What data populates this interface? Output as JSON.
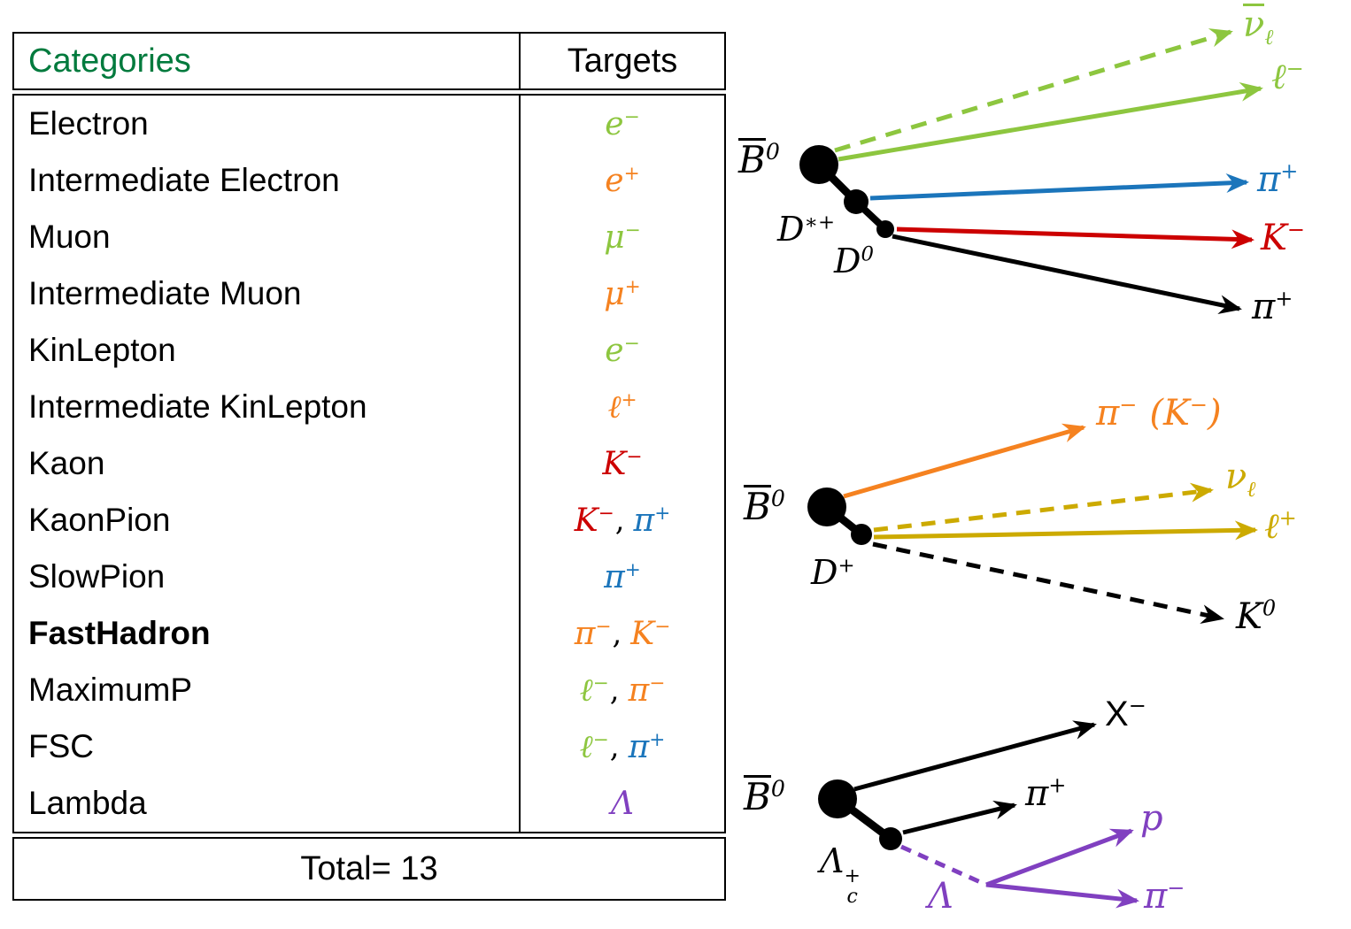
{
  "colors": {
    "green": "#8dc63f",
    "orange": "#f58220",
    "red": "#cc0000",
    "blue": "#1b75bb",
    "yellow": "#ccaa00",
    "purple": "#8040c0",
    "black": "#000000",
    "header_green": "#007a3d"
  },
  "table": {
    "header": {
      "categories": "Categories",
      "targets": "Targets"
    },
    "separator": ",",
    "total": "Total= 13",
    "rows": [
      {
        "category": "Electron",
        "bold": false,
        "targets": [
          {
            "base": "e",
            "sup": "−",
            "color": "#8dc63f"
          }
        ]
      },
      {
        "category": "Intermediate Electron",
        "bold": false,
        "targets": [
          {
            "base": "e",
            "sup": "+",
            "color": "#f58220"
          }
        ]
      },
      {
        "category": "Muon",
        "bold": false,
        "targets": [
          {
            "base": "μ",
            "sup": "−",
            "color": "#8dc63f"
          }
        ]
      },
      {
        "category": "Intermediate Muon",
        "bold": false,
        "targets": [
          {
            "base": "μ",
            "sup": "+",
            "color": "#f58220"
          }
        ]
      },
      {
        "category": "KinLepton",
        "bold": false,
        "targets": [
          {
            "base": "e",
            "sup": "−",
            "color": "#8dc63f"
          }
        ]
      },
      {
        "category": "Intermediate KinLepton",
        "bold": false,
        "targets": [
          {
            "base": "ℓ",
            "sup": "+",
            "color": "#f58220"
          }
        ]
      },
      {
        "category": "Kaon",
        "bold": false,
        "targets": [
          {
            "base": "K",
            "sup": "−",
            "color": "#cc0000"
          }
        ]
      },
      {
        "category": "KaonPion",
        "bold": false,
        "targets": [
          {
            "base": "K",
            "sup": "−",
            "color": "#cc0000"
          },
          {
            "base": "π",
            "sup": "+",
            "color": "#1b75bb"
          }
        ]
      },
      {
        "category": "SlowPion",
        "bold": false,
        "targets": [
          {
            "base": "π",
            "sup": "+",
            "color": "#1b75bb"
          }
        ]
      },
      {
        "category": "FastHadron",
        "bold": true,
        "targets": [
          {
            "base": "π",
            "sup": "−",
            "color": "#f58220"
          },
          {
            "base": "K",
            "sup": "−",
            "color": "#f58220"
          }
        ]
      },
      {
        "category": "MaximumP",
        "bold": false,
        "targets": [
          {
            "base": "ℓ",
            "sup": "−",
            "color": "#8dc63f"
          },
          {
            "base": "π",
            "sup": "−",
            "color": "#f58220"
          }
        ]
      },
      {
        "category": "FSC",
        "bold": false,
        "targets": [
          {
            "base": "ℓ",
            "sup": "−",
            "color": "#8dc63f"
          },
          {
            "base": "π",
            "sup": "+",
            "color": "#1b75bb"
          }
        ]
      },
      {
        "category": "Lambda",
        "bold": false,
        "targets": [
          {
            "base": "Λ",
            "sup": "",
            "color": "#8040c0"
          }
        ]
      }
    ]
  },
  "diagrams": {
    "top": {
      "parent": {
        "base": "B",
        "sup": "0"
      },
      "dstar": {
        "base": "D",
        "sup": "∗+"
      },
      "d0": {
        "base": "D",
        "sup": "0"
      },
      "nubar": {
        "base": "ν",
        "sub": "ℓ"
      },
      "lepton": {
        "base": "ℓ",
        "sup": "−"
      },
      "pion_blue": {
        "base": "π",
        "sup": "+"
      },
      "kaon": {
        "base": "K",
        "sup": "−"
      },
      "pion_black": {
        "base": "π",
        "sup": "+"
      }
    },
    "middle": {
      "parent": {
        "base": "B",
        "sup": "0"
      },
      "dplus": {
        "base": "D",
        "sup": "+"
      },
      "pion": {
        "base": "π",
        "sup": "−"
      },
      "paren_open": "(",
      "kaon_paren": {
        "base": "K",
        "sup": "−"
      },
      "paren_close": ")",
      "nu": {
        "base": "ν",
        "sub": "ℓ"
      },
      "lepton": {
        "base": "ℓ",
        "sup": "+"
      },
      "k0": {
        "base": "K",
        "sup": "0"
      }
    },
    "bottom": {
      "parent": {
        "base": "B",
        "sup": "0"
      },
      "lambdac": {
        "base": "Λ",
        "sup": "+",
        "sub": "c"
      },
      "x": {
        "base": "X",
        "sup": "−"
      },
      "pion_plus": {
        "base": "π",
        "sup": "+"
      },
      "lambda": {
        "base": "Λ"
      },
      "proton": {
        "base": "p"
      },
      "pion_minus": {
        "base": "π",
        "sup": "−"
      }
    }
  }
}
